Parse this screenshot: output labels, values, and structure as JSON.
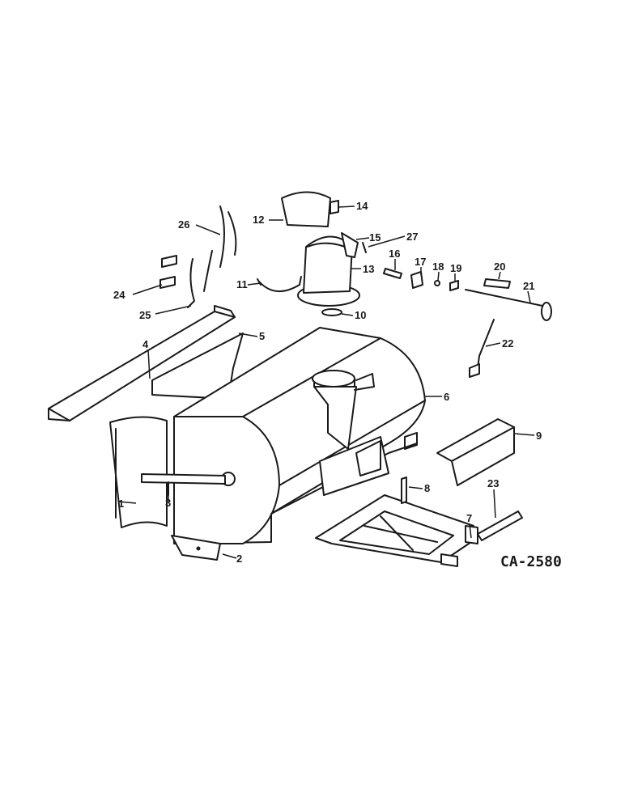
{
  "diagram_code": "CA-2580",
  "callouts": [
    "1",
    "2",
    "3",
    "4",
    "5",
    "6",
    "7",
    "8",
    "9",
    "10",
    "11",
    "12",
    "13",
    "14",
    "15",
    "16",
    "17",
    "18",
    "19",
    "20",
    "21",
    "22",
    "23",
    "24",
    "25",
    "26",
    "27"
  ]
}
